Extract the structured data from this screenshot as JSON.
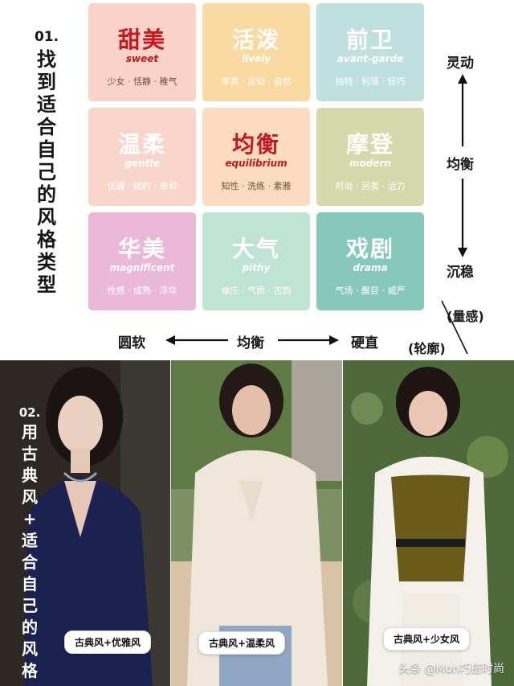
{
  "section1": {
    "num": "01.",
    "title_chars": [
      "找",
      "到",
      "适",
      "合",
      "自",
      "己",
      "的",
      "风",
      "格",
      "类",
      "型"
    ]
  },
  "styles": [
    {
      "cn": "甜美",
      "en": "sweet",
      "kw": "少女 · 恬静 · 稚气",
      "bg": "#f9d3c7",
      "cn_color": "#c9161e",
      "en_color": "#c9161e",
      "kw_color": "#7a4a40"
    },
    {
      "cn": "活泼",
      "en": "lively",
      "kw": "率真 · 活动 · 自然",
      "bg": "#fbd9a3",
      "cn_color": "#ffffff",
      "en_color": "#ffffff",
      "kw_color": "#ffffff"
    },
    {
      "cn": "前卫",
      "en": "avant-garde",
      "kw": "独特 · 利落 · 轻巧",
      "bg": "#bfe0de",
      "cn_color": "#ffffff",
      "en_color": "#ffffff",
      "kw_color": "#ffffff"
    },
    {
      "cn": "温柔",
      "en": "gentle",
      "kw": "优雅 · 婉约 · 亲和",
      "bg": "#f9d6cc",
      "cn_color": "#ffffff",
      "en_color": "#ffffff",
      "kw_color": "#ffffff"
    },
    {
      "cn": "均衡",
      "en": "equilibrium",
      "kw": "知性 · 洗练 · 素雅",
      "bg": "#fbdcc0",
      "cn_color": "#c9161e",
      "en_color": "#c9161e",
      "kw_color": "#7a4a40"
    },
    {
      "cn": "摩登",
      "en": "modern",
      "kw": "时尚 · 另类 · 活力",
      "bg": "#d6d9a9",
      "cn_color": "#ffffff",
      "en_color": "#ffffff",
      "kw_color": "#ffffff"
    },
    {
      "cn": "华美",
      "en": "magnificent",
      "kw": "性感 · 成熟 · 浮华",
      "bg": "#eab9d8",
      "cn_color": "#ffffff",
      "en_color": "#ffffff",
      "kw_color": "#ffffff"
    },
    {
      "cn": "大气",
      "en": "pithy",
      "kw": "端庄 · 气质 · 古韵",
      "bg": "#bfe3d4",
      "cn_color": "#ffffff",
      "en_color": "#ffffff",
      "kw_color": "#ffffff"
    },
    {
      "cn": "戏剧",
      "en": "drama",
      "kw": "气场 · 醒目 · 威严",
      "bg": "#86c9bb",
      "cn_color": "#ffffff",
      "en_color": "#ffffff",
      "kw_color": "#ffffff"
    }
  ],
  "vaxis": {
    "top": "灵动",
    "mid": "均衡",
    "bottom": "沉稳",
    "label": "(量感)"
  },
  "haxis": {
    "left": "圆软",
    "mid": "均衡",
    "right": "硬直",
    "label": "(轮廓)"
  },
  "section2": {
    "num": "02.",
    "title_chars": [
      "用",
      "古",
      "典",
      "风",
      "+",
      "适",
      "合",
      "自",
      "己",
      "的",
      "风",
      "格"
    ]
  },
  "photos": [
    {
      "tag": "古典风+优雅风"
    },
    {
      "tag": "古典风+温柔风"
    },
    {
      "tag": "古典风+少女风"
    }
  ],
  "watermark": "头条 @Mon巧搭时尚"
}
